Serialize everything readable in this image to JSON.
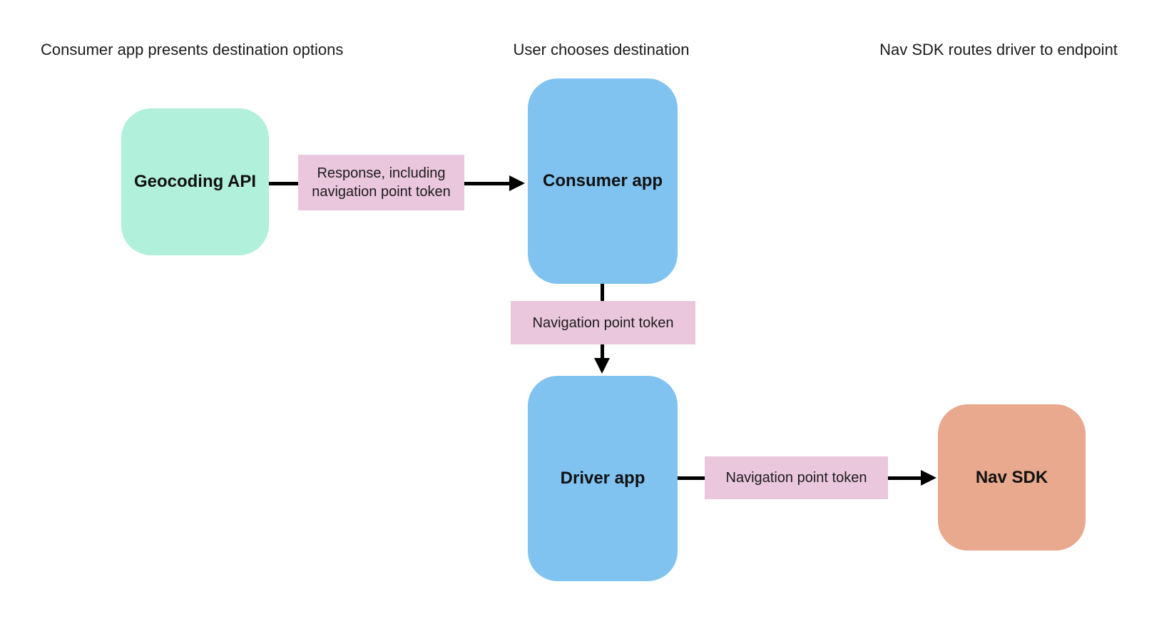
{
  "page": {
    "background": "#ffffff"
  },
  "headings": [
    {
      "text": "Consumer app presents destination options"
    },
    {
      "text": "User chooses destination"
    },
    {
      "text": "Nav SDK routes driver to endpoint"
    }
  ],
  "nodes": [
    {
      "id": "geocoding-api",
      "label": "Geocoding API",
      "color": "#b1f0db"
    },
    {
      "id": "consumer-app",
      "label": "Consumer app",
      "color": "#80c3f0"
    },
    {
      "id": "driver-app",
      "label": "Driver app",
      "color": "#80c3f0"
    },
    {
      "id": "nav-sdk",
      "label": "Nav SDK",
      "color": "#e8a98e"
    }
  ],
  "edges": [
    {
      "from": "geocoding-api",
      "to": "consumer-app",
      "direction": "right",
      "label": "Response, including navigation point token",
      "label_color": "#eac7dc"
    },
    {
      "from": "consumer-app",
      "to": "driver-app",
      "direction": "down",
      "label": "Navigation point token",
      "label_color": "#eac7dc"
    },
    {
      "from": "driver-app",
      "to": "nav-sdk",
      "direction": "right",
      "label": "Navigation point token",
      "label_color": "#eac7dc"
    }
  ],
  "colors": {
    "arrow": "#000000",
    "heading_text": "#1b1b1b",
    "node_text": "#111111",
    "edge_label_text": "#1c1c1c"
  }
}
